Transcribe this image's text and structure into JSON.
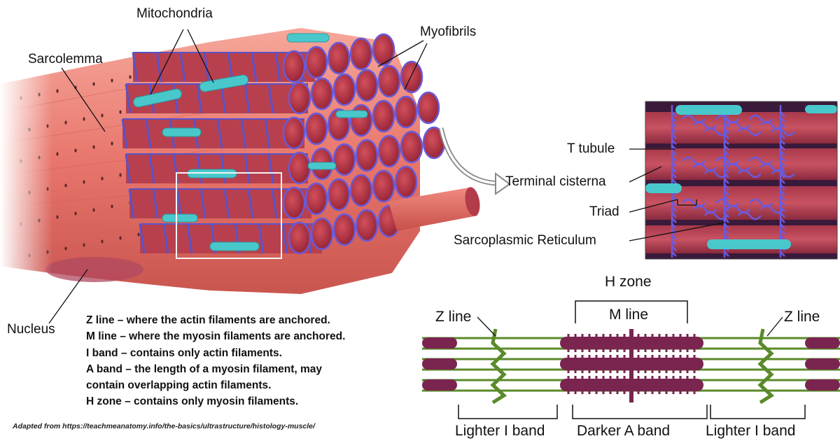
{
  "labels": {
    "mitochondria": "Mitochondria",
    "sarcolemma": "Sarcolemma",
    "myofibrils": "Myofibrils",
    "nucleus": "Nucleus",
    "t_tubule": "T tubule",
    "terminal_cisterna": "Terminal cisterna",
    "triad": "Triad",
    "sarcoplasmic_reticulum": "Sarcoplasmic Reticulum"
  },
  "definitions": [
    "Z line – where the actin filaments are anchored.",
    "M line – where the myosin filaments are anchored.",
    "I band – contains only actin filaments.",
    "A band – the length of a myosin filament, may",
    "contain overlapping actin filaments.",
    "H zone – contains only myosin filaments."
  ],
  "sarcomere": {
    "h_zone": "H zone",
    "m_line": "M line",
    "z_line_left": "Z line",
    "z_line_right": "Z line",
    "lighter_i_band_left": "Lighter I band",
    "darker_a_band": "Darker A band",
    "lighter_i_band_right": "Lighter I band"
  },
  "credit": "Adapted from https://teachmeanatomy.info/the-basics/ultrastructure/histology-muscle/",
  "colors": {
    "muscle": "#e8766c",
    "myofibril": "#c03848",
    "reticulum": "#5a52c8",
    "mitochondria": "#49c8cc",
    "actin": "#5a8a2a",
    "myosin": "#7a2450"
  }
}
